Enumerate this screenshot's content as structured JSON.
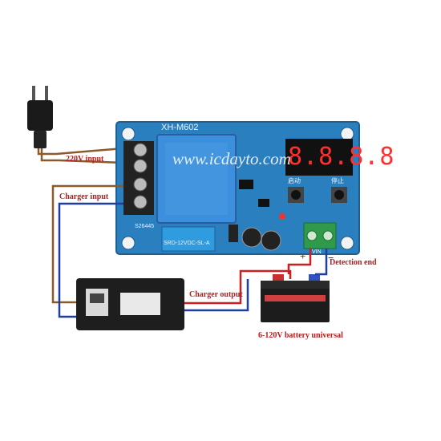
{
  "board": {
    "model": "XH-M602",
    "terminal_code": "S26445",
    "relay_text": "SRD-12VDC-SL-A",
    "display_digits": "8.8.8.8",
    "button_start": "启动",
    "button_stop": "停止",
    "watermark": "www.icdayto.com"
  },
  "labels": {
    "input_220v": "220V input",
    "charger_input": "Charger input",
    "charger_output": "Charger output",
    "detection_end": "Detection end",
    "battery": "6-120V battery universal",
    "plus": "+",
    "minus": "−",
    "vin": "VIN"
  },
  "colors": {
    "board": "#2a7fbf",
    "wire_brown": "#8b5a2b",
    "wire_red": "#cc1f1f",
    "wire_blue": "#1f3f9f",
    "label_red": "#b81c1c"
  }
}
